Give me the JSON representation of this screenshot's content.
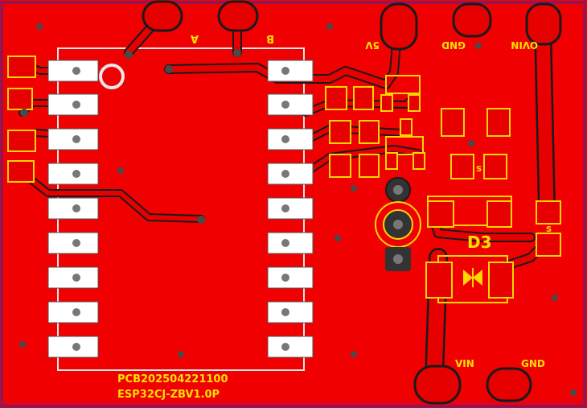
{
  "board": {
    "colors": {
      "copper_fill": "#f00000",
      "trace": "#e60000",
      "trace_outline": "#1a1a1a",
      "pad_yellow": "#ffd600",
      "pad_white": "#ffffff",
      "silk_yellow": "#ffe000",
      "silk_white": "#e8e8e8",
      "edge_purple": "#7a1a6a",
      "via_gray": "#4a4a4a"
    },
    "labels": {
      "pad_a": "A",
      "pad_b": "B",
      "pad_5v": "5V",
      "pad_gnd_top": "GND",
      "pad_ovin": "OVIN",
      "pad_vin": "VIN",
      "pad_gnd_bottom": "GND",
      "diode_ref": "D3",
      "board_id": "PCB202504221100",
      "board_name": "ESP32CJ-ZBV1.0P",
      "small_s1": "S",
      "small_s2": "S"
    }
  }
}
